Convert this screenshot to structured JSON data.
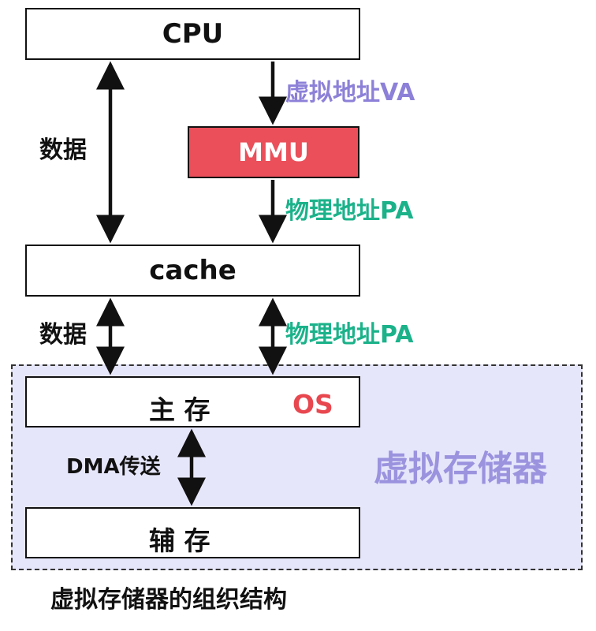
{
  "diagram": {
    "cpu": "CPU",
    "mmu": "MMU",
    "cache": "cache",
    "main_memory": "主 存",
    "os": "OS",
    "aux_memory": "辅 存",
    "edge_data_cpu_cache": "数据",
    "edge_va": "虚拟地址VA",
    "edge_pa_mmu_cache": "物理地址PA",
    "edge_data_cache_mem": "数据",
    "edge_pa_cache_mem": "物理地址PA",
    "edge_dma": "DMA传送",
    "region_label": "虚拟存储器",
    "caption": "虚拟存储器的组织结构"
  },
  "colors": {
    "mmu_fill": "#ea4f5a",
    "va_label": "#8c80d8",
    "pa_label": "#1bb28a",
    "os_label": "#e8474f",
    "region_fill": "#e6e6fb",
    "region_label": "#9b93de"
  }
}
